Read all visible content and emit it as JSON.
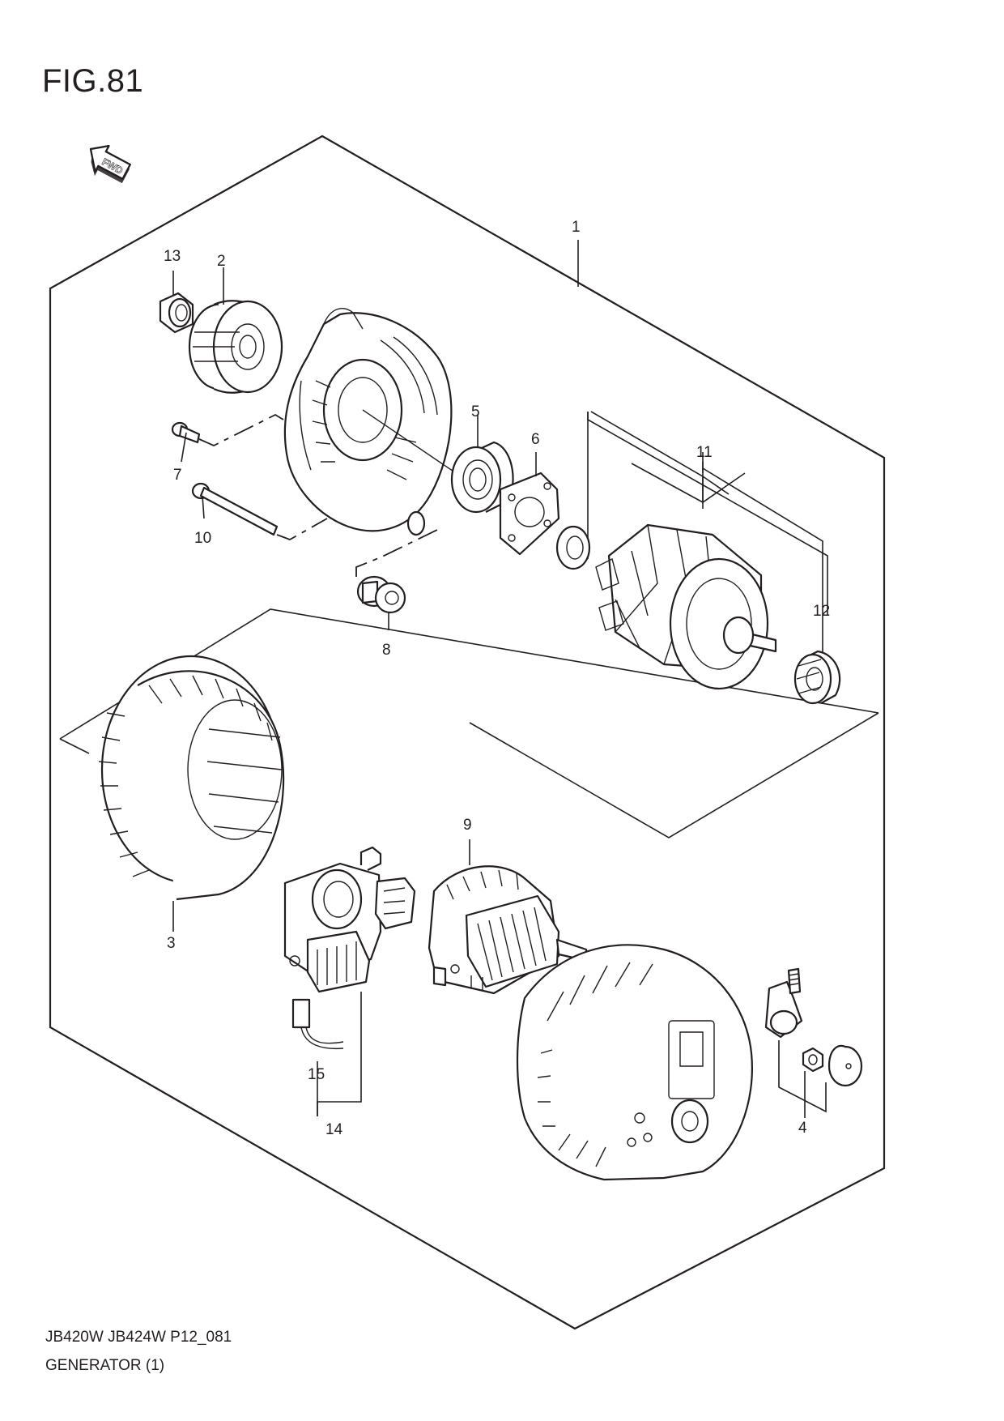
{
  "figure": {
    "title": "FIG.81"
  },
  "fwd_badge": {
    "label": "FWD"
  },
  "footer": {
    "code": "JB420W JB424W P12_081",
    "name": "GENERATOR (1)"
  },
  "callouts": [
    {
      "id": "1",
      "label": "1"
    },
    {
      "id": "2",
      "label": "2"
    },
    {
      "id": "3",
      "label": "3"
    },
    {
      "id": "4",
      "label": "4"
    },
    {
      "id": "5",
      "label": "5"
    },
    {
      "id": "6",
      "label": "6"
    },
    {
      "id": "7",
      "label": "7"
    },
    {
      "id": "8",
      "label": "8"
    },
    {
      "id": "9",
      "label": "9"
    },
    {
      "id": "10",
      "label": "10"
    },
    {
      "id": "11",
      "label": "11"
    },
    {
      "id": "12",
      "label": "12"
    },
    {
      "id": "13",
      "label": "13"
    },
    {
      "id": "14",
      "label": "14"
    },
    {
      "id": "15",
      "label": "15"
    }
  ]
}
